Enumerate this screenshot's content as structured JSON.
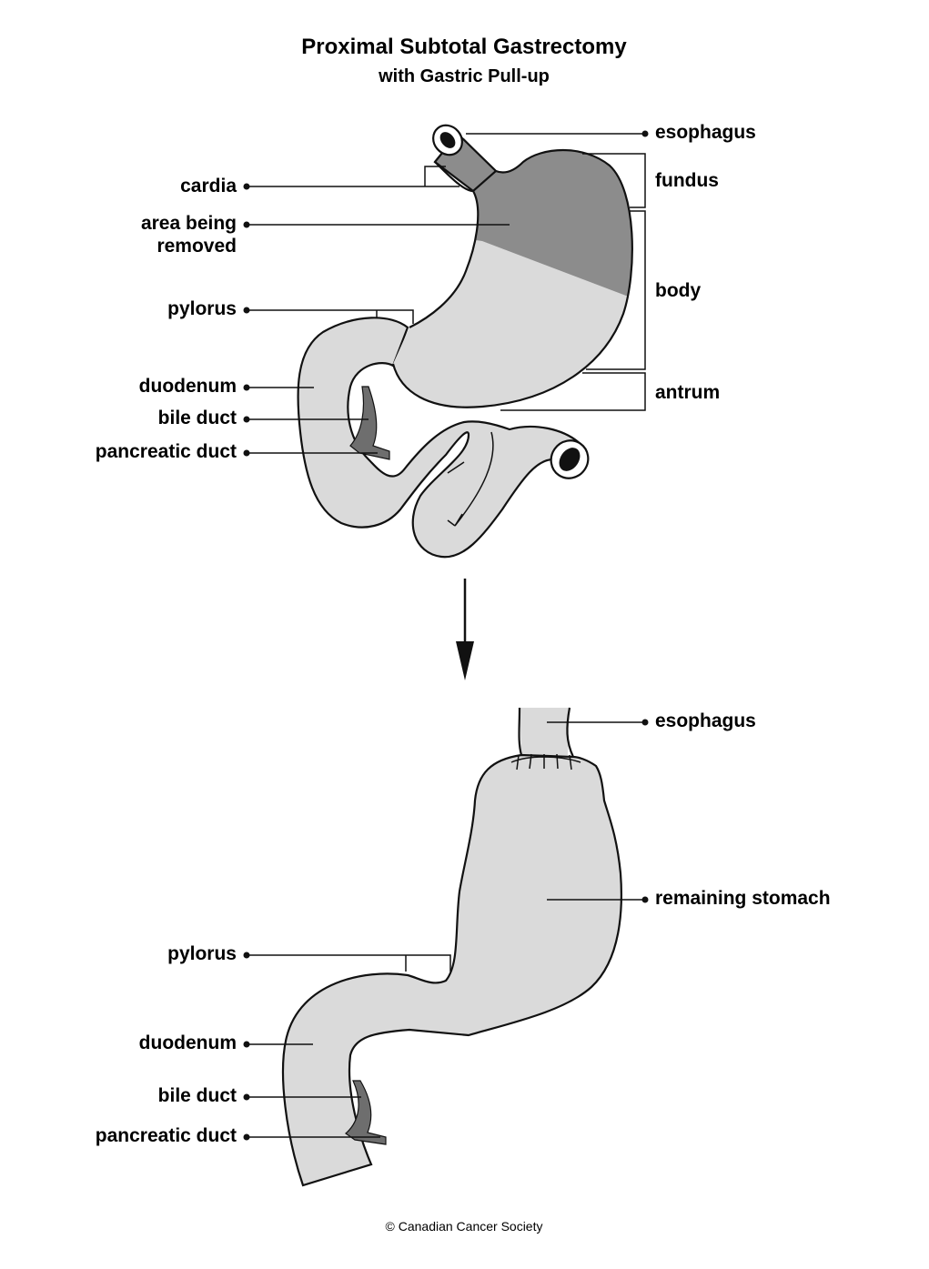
{
  "title": "Proximal Subtotal Gastrectomy",
  "subtitle": "with Gastric Pull-up",
  "before": {
    "labels": {
      "esophagus": "esophagus",
      "fundus": "fundus",
      "cardia": "cardia",
      "area_removed_1": "area being",
      "area_removed_2": "removed",
      "body": "body",
      "pylorus": "pylorus",
      "duodenum": "duodenum",
      "antrum": "antrum",
      "bile_duct": "bile duct",
      "pancreatic_duct": "pancreatic duct"
    }
  },
  "after": {
    "labels": {
      "esophagus": "esophagus",
      "remaining_stomach": "remaining stomach",
      "pylorus": "pylorus",
      "duodenum": "duodenum",
      "bile_duct": "bile duct",
      "pancreatic_duct": "pancreatic duct"
    }
  },
  "copyright": "© Canadian Cancer Society",
  "colors": {
    "tissue": "#dadada",
    "removed": "#8c8c8c",
    "duct": "#6e6e6e",
    "outline": "#111111"
  }
}
